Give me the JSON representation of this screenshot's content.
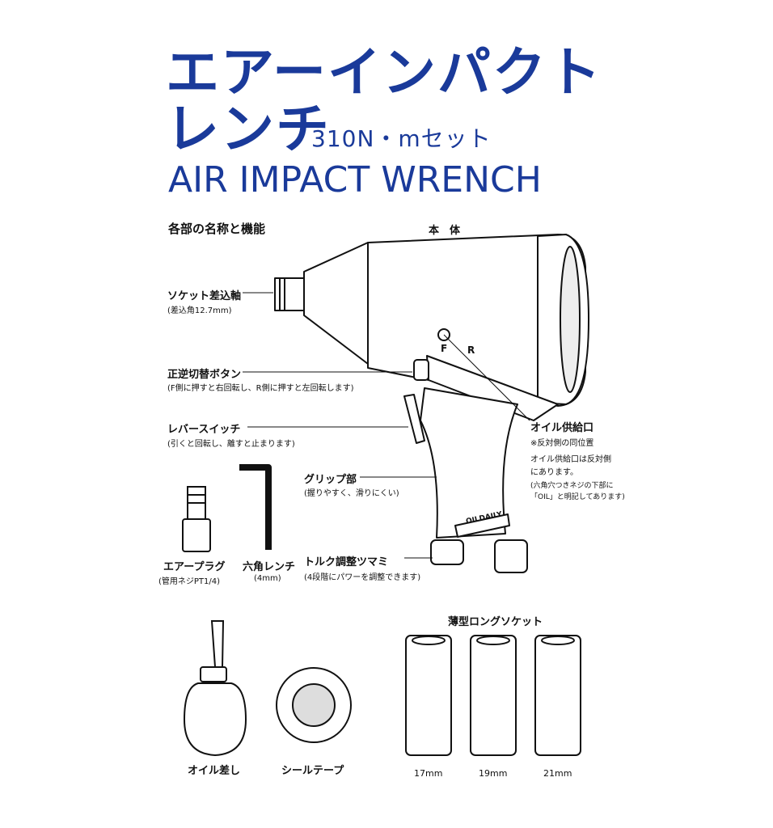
{
  "title": {
    "line1": "エアーインパクト",
    "line2": "レンチ",
    "set": "310N・mセット",
    "english": "AIR IMPACT WRENCH",
    "color": "#1a3a9a"
  },
  "section_heading": "各部の名称と機能",
  "body_label": "本　体",
  "parts": {
    "socket_shaft": {
      "label": "ソケット差込軸",
      "note": "(差込角12.7mm)"
    },
    "reverse_button": {
      "label": "正逆切替ボタン",
      "note": "(F側に押すと右回転し、R側に押すと左回転します)"
    },
    "lever_switch": {
      "label": "レバースイッチ",
      "note": "(引くと回転し、離すと止まります)"
    },
    "grip": {
      "label": "グリップ部",
      "note": "(握りやすく、滑りにくい)"
    },
    "oil_inlet": {
      "label": "オイル供給口",
      "note1": "※反対側の同位置",
      "note2": "オイル供給口は反対側",
      "note3": "にあります。",
      "note4": "(六角穴つきネジの下部に",
      "note5": "「OIL」と明記してあります)"
    },
    "torque_knob": {
      "label": "トルク調整ツマミ",
      "note": "(4段階にパワーを調整できます)"
    },
    "air_plug": {
      "label": "エアープラグ",
      "note": "(管用ネジPT1/4)"
    },
    "hex_wrench": {
      "label": "六角レンチ",
      "note": "(4mm)"
    }
  },
  "direction_marks": {
    "forward": "F",
    "reverse": "R"
  },
  "grip_logo": "OILDAILY",
  "accessories": {
    "sockets_heading": "薄型ロングソケット",
    "oiler": "オイル差し",
    "tape": "シールテープ",
    "socket_sizes": [
      "17mm",
      "19mm",
      "21mm"
    ]
  }
}
